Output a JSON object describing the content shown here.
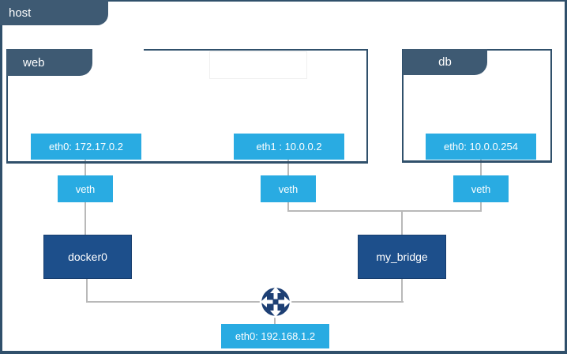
{
  "host": {
    "label": "host",
    "interface": {
      "label": "eth0: 192.168.1.2"
    }
  },
  "containers": {
    "web": {
      "label": "web",
      "eth0": {
        "label": "eth0: 172.17.0.2"
      },
      "eth1": {
        "label": "eth1 : 10.0.0.2"
      }
    },
    "db": {
      "label": "db",
      "eth0": {
        "label": "eth0: 10.0.0.254"
      }
    }
  },
  "veth": {
    "label": "veth"
  },
  "bridges": {
    "docker0": {
      "label": "docker0"
    },
    "my_bridge": {
      "label": "my_bridge"
    }
  },
  "icons": {
    "router": "router-icon"
  },
  "colors": {
    "tab_slate": "#3e5a73",
    "box_border": "#30506b",
    "interface_blue": "#29abe2",
    "bridge_navy": "#1d4f8b",
    "router_navy": "#1d3f74",
    "connector_gray": "#b9b9b9",
    "text": "#ffffff"
  }
}
